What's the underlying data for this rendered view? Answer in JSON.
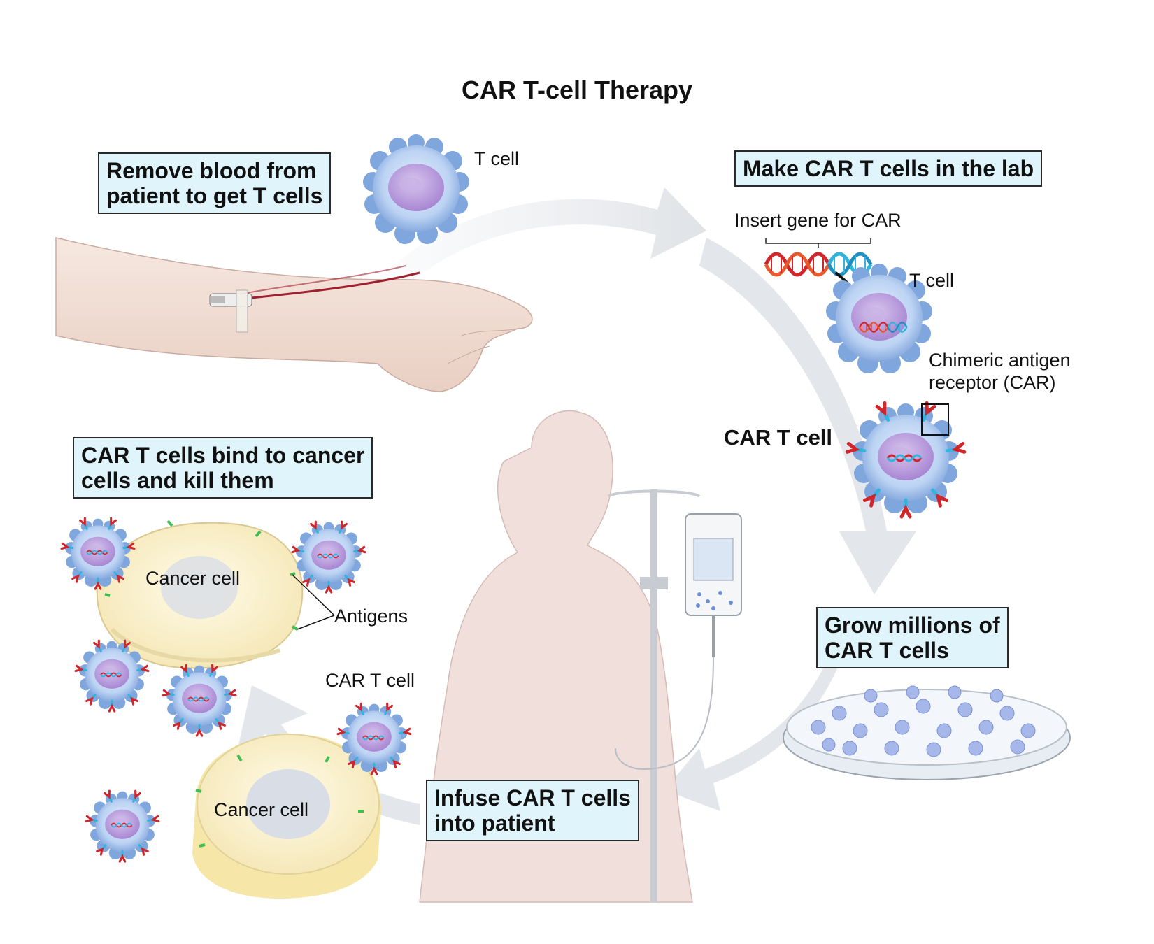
{
  "title": "CAR T-cell Therapy",
  "steps": [
    {
      "line1": "Remove blood from",
      "line2": "patient to get T cells"
    },
    {
      "line1": "Make CAR T cells in the lab"
    },
    {
      "line1": "Grow millions of",
      "line2": "CAR T cells"
    },
    {
      "line1": "Infuse CAR T cells",
      "line2": "into patient"
    },
    {
      "line1": "CAR T cells bind to cancer",
      "line2": "cells and kill them"
    }
  ],
  "labels": {
    "t_cell_top": "T cell",
    "insert_gene": "Insert gene for CAR",
    "t_cell_right": "T cell",
    "car_line1": "Chimeric antigen",
    "car_line2": "receptor (CAR)",
    "car_t_cell_bold": "CAR T cell",
    "car_t_cell_small": "CAR T cell",
    "cancer_cell_top": "Cancer cell",
    "cancer_cell_bottom": "Cancer cell",
    "antigens": "Antigens"
  },
  "colors": {
    "label_box": "#dff4fb",
    "flow_arrow": "#dfe2e6",
    "t_cell_membrane": "#7fa6dd",
    "nucleus": "#b49ad8",
    "receptor_red": "#d0262b",
    "receptor_blue": "#2fb6e0",
    "antigen_green": "#3fbf4f",
    "cancer_cell": "#f8f1cf",
    "skin": "#f4e3dc"
  },
  "icons": [
    "t-cell-icon",
    "car-t-cell-icon",
    "dna-icon",
    "petri-dish-icon",
    "iv-bag-icon",
    "arm-icon",
    "patient-silhouette-icon",
    "cancer-cell-icon"
  ]
}
